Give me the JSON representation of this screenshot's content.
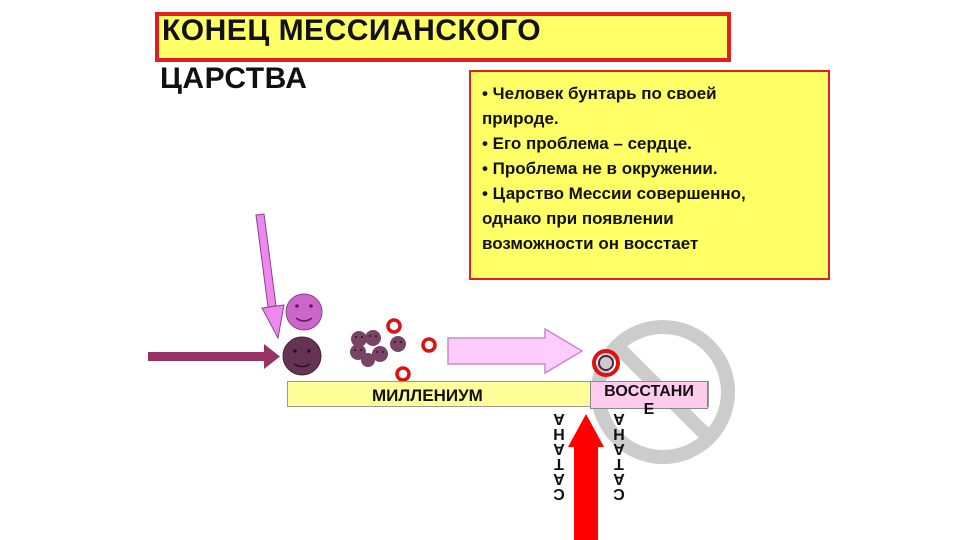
{
  "title": {
    "line1": "КОНЕЦ МЕССИАНСКОГО",
    "line2": "ЦАРСТВА"
  },
  "note": {
    "lines": [
      "• Человек бунтарь по своей",
      "природе.",
      "• Его проблема – сердце.",
      "• Проблема не в окружении.",
      "• Царство Мессии совершенно,",
      "однако при появлении",
      "возможности он восстает"
    ]
  },
  "timeline": {
    "label": "МИЛЛЕНИУМ"
  },
  "vertical_words": {
    "left": "САТАНА",
    "right": "САТАНА"
  },
  "rebellion": {
    "line1": "ВОССТАНИ",
    "line2": "Е"
  },
  "colors": {
    "title_bg": "#ffff66",
    "border_red": "#e02020",
    "pink_arrow": "#ffccff",
    "magenta_arrow": "#ee88ee",
    "purple_face": "#cc66cc",
    "dark_face": "#663355",
    "maroon_arrow": "#993366",
    "red_arrow": "#ff0000",
    "ring_red": "#dd1111",
    "no_sign": "#cccccc"
  }
}
